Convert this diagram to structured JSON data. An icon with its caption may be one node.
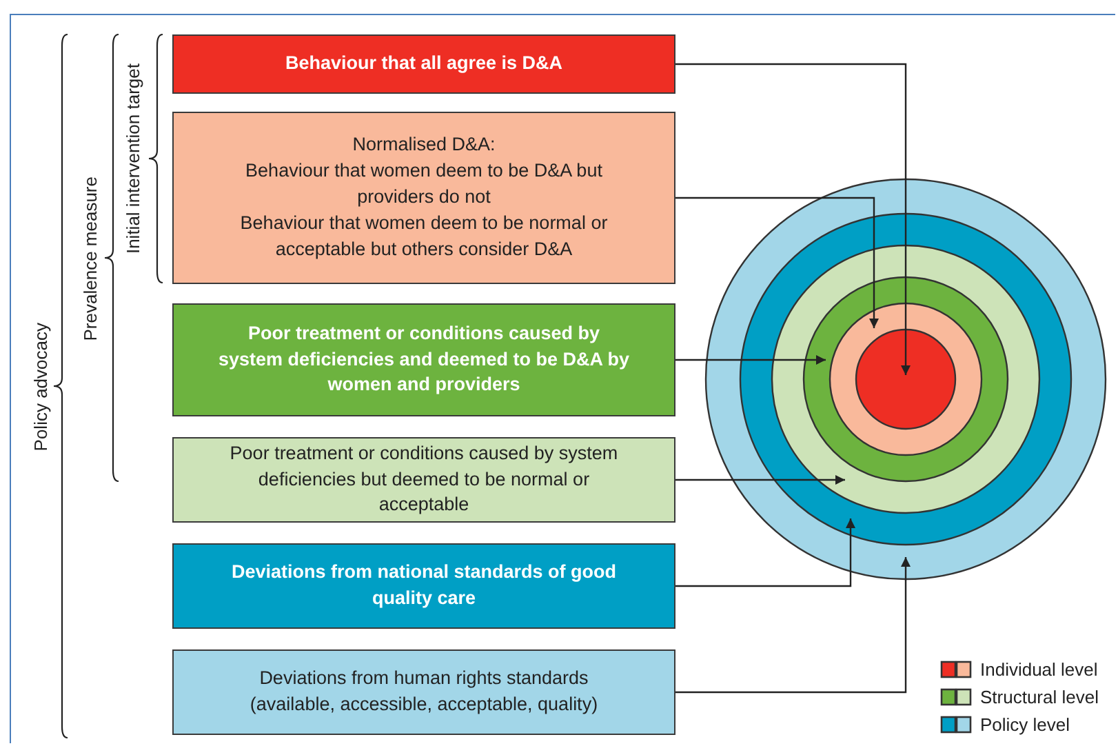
{
  "diagram": {
    "nodes": [
      {
        "text": [
          "Behaviour that all agree is D&A"
        ]
      },
      {
        "text": [
          "Normalised D&A:",
          "Behaviour that women deem to be D&A but providers do not",
          "Behaviour that women deem to be normal or acceptable but others consider D&A"
        ]
      },
      {
        "text": [
          "Poor treatment or conditions caused by system deficiencies and deemed to be D&A by women and providers"
        ]
      },
      {
        "text": [
          "Poor treatment or conditions caused by system deficiencies but deemed to be normal or acceptable"
        ]
      },
      {
        "text": [
          "Deviations from national standards of good quality care"
        ]
      },
      {
        "text": [
          "Deviations from human rights standards (available, accessible, acceptable, quality)"
        ]
      },
      {
        "text": [],
        "shape": "circle"
      },
      {
        "text": [],
        "shape": "circle",
        "in": 6
      },
      {
        "text": [],
        "shape": "circle",
        "in": 7
      },
      {
        "text": [],
        "shape": "circle",
        "in": 8
      },
      {
        "text": [],
        "shape": "circle",
        "in": 9
      },
      {
        "text": [],
        "shape": "circle",
        "in": 10
      }
    ],
    "edges": [
      {
        "from": 0,
        "to": 11,
        "arrow": "to"
      },
      {
        "from": 1,
        "to": 10,
        "arrow": "to"
      },
      {
        "from": 2,
        "to": 9,
        "arrow": "to"
      },
      {
        "from": 3,
        "to": 8,
        "arrow": "to"
      },
      {
        "from": 4,
        "to": 7,
        "arrow": "to"
      },
      {
        "from": 5,
        "to": 6,
        "arrow": "to"
      }
    ],
    "labels": [
      "Policy advocacy",
      "Prevalence measure",
      "Initial intervention target"
    ],
    "legend": [
      {
        "text": "Individual level"
      },
      {
        "text": "Structural level"
      },
      {
        "text": "Policy level"
      }
    ]
  }
}
